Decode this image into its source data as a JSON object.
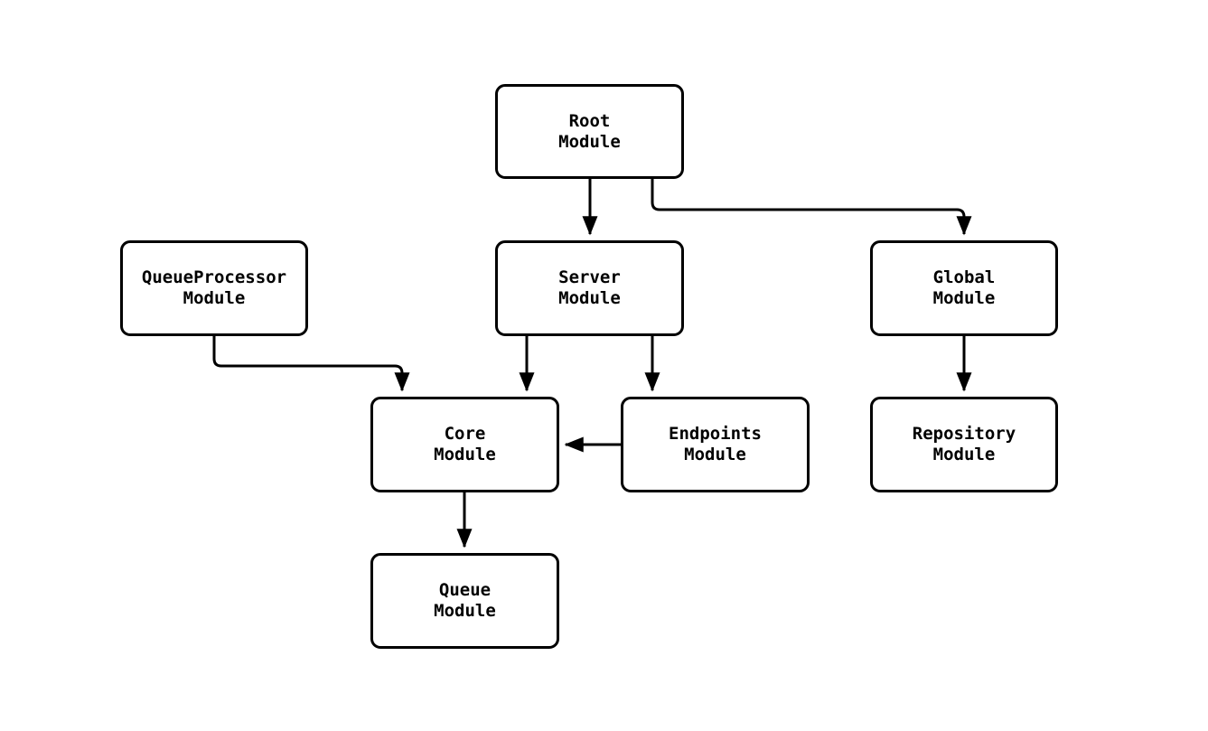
{
  "diagram": {
    "type": "flowchart",
    "description": "Module dependency diagram",
    "colors": {
      "background": "#ffffff",
      "node_fill": "#ffffff",
      "node_stroke": "#000000",
      "edge_stroke": "#000000",
      "text": "#000000"
    },
    "nodes": {
      "root": {
        "line1": "Root",
        "line2": "Module"
      },
      "queueprocessor": {
        "line1": "QueueProcessor",
        "line2": "Module"
      },
      "server": {
        "line1": "Server",
        "line2": "Module"
      },
      "global": {
        "line1": "Global",
        "line2": "Module"
      },
      "core": {
        "line1": "Core",
        "line2": "Module"
      },
      "endpoints": {
        "line1": "Endpoints",
        "line2": "Module"
      },
      "repository": {
        "line1": "Repository",
        "line2": "Module"
      },
      "queue": {
        "line1": "Queue",
        "line2": "Module"
      }
    },
    "edges": [
      {
        "from": "Root Module",
        "to": "Server Module"
      },
      {
        "from": "Root Module",
        "to": "Global Module"
      },
      {
        "from": "QueueProcessor Module",
        "to": "Core Module"
      },
      {
        "from": "Server Module",
        "to": "Core Module"
      },
      {
        "from": "Server Module",
        "to": "Endpoints Module"
      },
      {
        "from": "Endpoints Module",
        "to": "Core Module"
      },
      {
        "from": "Global Module",
        "to": "Repository Module"
      },
      {
        "from": "Core Module",
        "to": "Queue Module"
      }
    ]
  }
}
